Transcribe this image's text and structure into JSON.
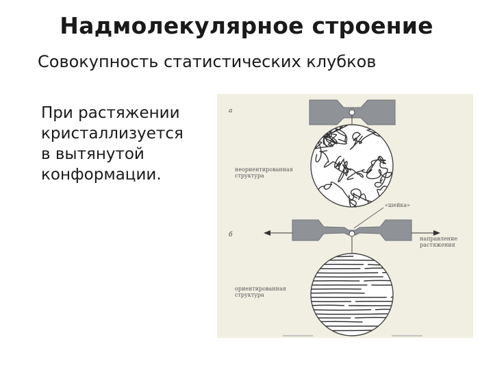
{
  "slide": {
    "title": "Надмолекулярное строение",
    "subtitle": "Совокупность статистических клубков",
    "body_lines": [
      "При растяжении",
      "кристаллизуется",
      "в вытянутой",
      "конформации."
    ]
  },
  "figure": {
    "label_a": "а",
    "label_b": "б",
    "label_unoriented": [
      "неориентированная",
      "структура"
    ],
    "label_neck": "«шейка»",
    "label_direction": [
      "направление",
      "растяжения"
    ],
    "label_oriented": [
      "ориентированная",
      "структура"
    ],
    "colors": {
      "background": "#f1efe2",
      "specimen": "#8f9397",
      "lines": "#333333"
    }
  }
}
